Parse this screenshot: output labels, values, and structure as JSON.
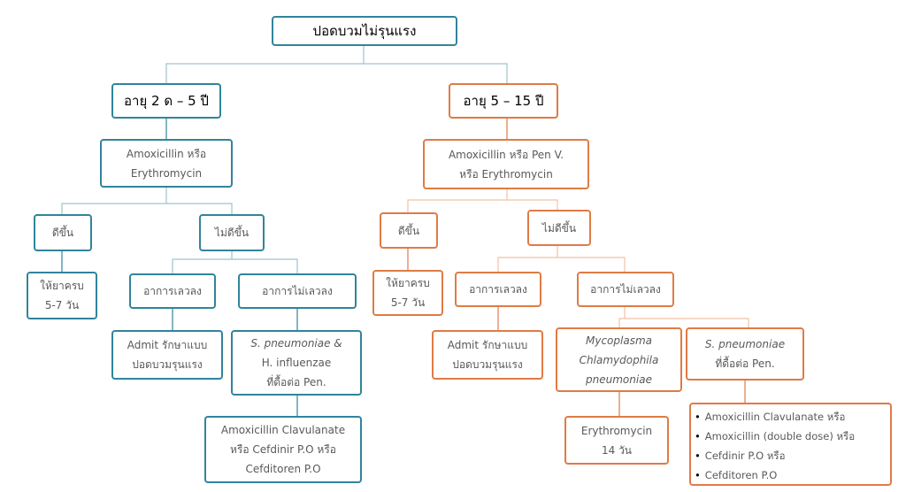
{
  "root": {
    "label": "ปอดบวมไม่รุนแรง"
  },
  "left": {
    "age": "อายุ 2 ด – 5 ปี",
    "drug_line1": "Amoxicillin หรือ",
    "drug_line2": "Erythromycin",
    "better": "ดีขึ้น",
    "not_better": "ไม่ดีขึ้น",
    "complete_line1": "ให้ยาครบ",
    "complete_line2": "5-7 วัน",
    "worse": "อาการเลวลง",
    "not_worse": "อาการไม่เลวลง",
    "admit_line1": "Admit รักษาแบบ",
    "admit_line2": "ปอดบวมรุนแรง",
    "pathogen_line1": "S. pneumoniae &",
    "pathogen_line2": "H. influenzae",
    "pathogen_line3": "ที่ดื้อต่อ Pen.",
    "treat_line1": "Amoxicillin Clavulanate",
    "treat_line2": "หรือ Cefdinir P.O หรือ",
    "treat_line3": "Cefditoren P.O"
  },
  "right": {
    "age": "อายุ 5 – 15 ปี",
    "drug_line1": "Amoxicillin หรือ Pen V.",
    "drug_line2": "หรือ Erythromycin",
    "better": "ดีขึ้น",
    "not_better": "ไม่ดีขึ้น",
    "complete_line1": "ให้ยาครบ",
    "complete_line2": "5-7 วัน",
    "worse": "อาการเลวลง",
    "not_worse": "อาการไม่เลวลง",
    "admit_line1": "Admit รักษาแบบ",
    "admit_line2": "ปอดบวมรุนแรง",
    "myco_line1": "Mycoplasma",
    "myco_line2": "Chlamydophila",
    "myco_line3": "pneumoniae",
    "pathogen_line1": "S. pneumoniae",
    "pathogen_line2": "ที่ดื้อต่อ Pen.",
    "ery_line1": "Erythromycin",
    "ery_line2": "14 วัน",
    "options": [
      "Amoxicillin Clavulanate หรือ",
      "Amoxicillin (double dose) หรือ",
      "Cefdinir P.O หรือ",
      "Cefditoren P.O"
    ]
  },
  "colors": {
    "left_branch": "#31849b",
    "right_branch": "#e07b45",
    "connector_left": "#9dc3cf",
    "connector_right": "#f2c0a3"
  }
}
